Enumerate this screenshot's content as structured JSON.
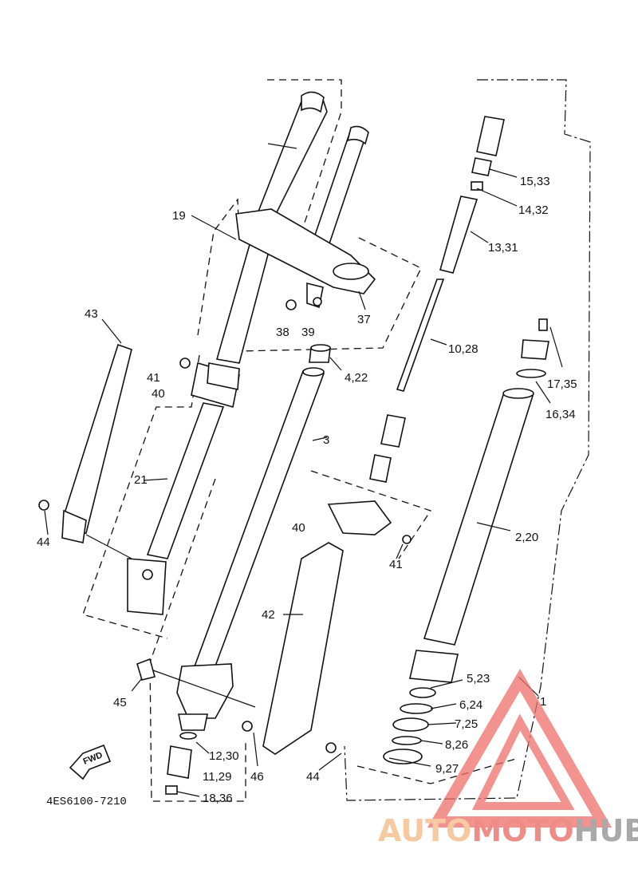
{
  "diagram_code": "4ES6100-7210",
  "fwd_label": "FWD",
  "watermark": {
    "auto": "AUTO",
    "moto": "MOTO",
    "hub": "HUB"
  },
  "colors": {
    "watermark_red": "#ee6f6a",
    "watermark_orange": "#f6c9a0",
    "watermark_gray": "#a9a9a9",
    "line": "#111111"
  },
  "callouts": {
    "c1": "1",
    "c2_20": "2,20",
    "c3": "3",
    "c4_22": "4,22",
    "c5_23": "5,23",
    "c6_24": "6,24",
    "c7_25": "7,25",
    "c8_26": "8,26",
    "c9_27": "9,27",
    "c10_28": "10,28",
    "c11_29": "11,29",
    "c12_30": "12,30",
    "c13_31": "13,31",
    "c14_32": "14,32",
    "c15_33": "15,33",
    "c16_34": "16,34",
    "c17_35": "17,35",
    "c18_36": "18,36",
    "c19": "19",
    "c21": "21",
    "c37": "37",
    "c38": "38",
    "c39": "39",
    "c40a": "40",
    "c40b": "40",
    "c41a": "41",
    "c41b": "41",
    "c42": "42",
    "c43": "43",
    "c44a": "44",
    "c44b": "44",
    "c45": "45",
    "c46": "46"
  }
}
